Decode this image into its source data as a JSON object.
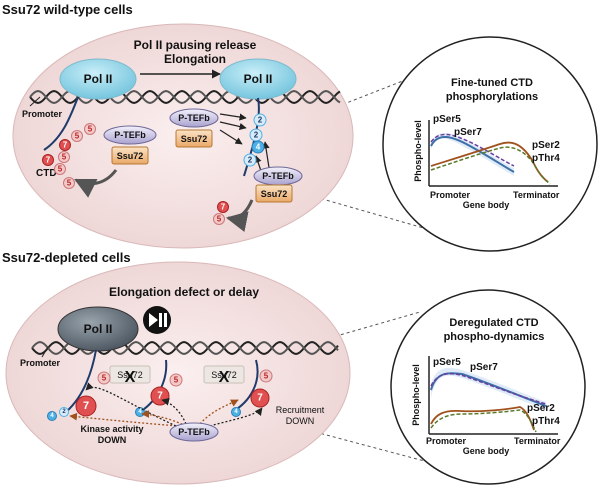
{
  "colors": {
    "cell_fill": "#f1dede",
    "pol_fill": "#8fd3e6",
    "ptefb_fill": "#c9c4e2",
    "ssu72_fill": "#f2c89a",
    "ser5": "#f2c9c9",
    "ser7": "#e05050",
    "ser2": "#4fb0e6",
    "pser5_line": "#3d6fa8",
    "pser7_line": "#6b3fa0",
    "pser2_line": "#a0521e",
    "pthr4_line": "#5a7a2a"
  },
  "top": {
    "title": "Ssu72 wild-type cells",
    "process_line1": "Pol II pausing release",
    "process_line2": "Elongation",
    "pol_left": "Pol II",
    "pol_right": "Pol II",
    "promoter": "Promoter",
    "ctd": "CTD",
    "ptefb_a": "P-TEFb",
    "ssu72_a": "Ssu72",
    "ptefb_b": "P-TEFb",
    "ssu72_b": "Ssu72",
    "ptefb_c": "P-TEFb",
    "ssu72_c": "Ssu72",
    "mark_5": "5",
    "mark_7": "7",
    "mark_2": "2",
    "mark_4": "4"
  },
  "bottom": {
    "title": "Ssu72-depleted cells",
    "process": "Elongation defect or delay",
    "pol": "Pol II",
    "promoter": "Promoter",
    "ssu72_a": "Ssu72",
    "ssu72_b": "Ssu72",
    "cross": "X",
    "ptefb": "P-TEFb",
    "kinase_line1": "Kinase activity",
    "kinase_line2": "DOWN",
    "recruit_line1": "Recruitment",
    "recruit_line2": "DOWN",
    "mark_5": "5",
    "mark_7": "7",
    "mark_2": "2",
    "mark_4": "4"
  },
  "panel_top": {
    "title_line1": "Fine-tuned CTD",
    "title_line2": "phosphorylations",
    "ylabel": "Phospho-level",
    "x_start": "Promoter",
    "x_end": "Terminator",
    "xlabel": "Gene body",
    "pser5": "pSer5",
    "pser7": "pSer7",
    "pser2": "pSer2",
    "pthr4": "pThr4"
  },
  "panel_bottom": {
    "title_line1": "Deregulated CTD",
    "title_line2": "phospho-dynamics",
    "ylabel": "Phospho-level",
    "x_start": "Promoter",
    "x_end": "Terminator",
    "xlabel": "Gene body",
    "pser5": "pSer5",
    "pser7": "pSer7",
    "pser2": "pSer2",
    "pthr4": "pThr4"
  }
}
